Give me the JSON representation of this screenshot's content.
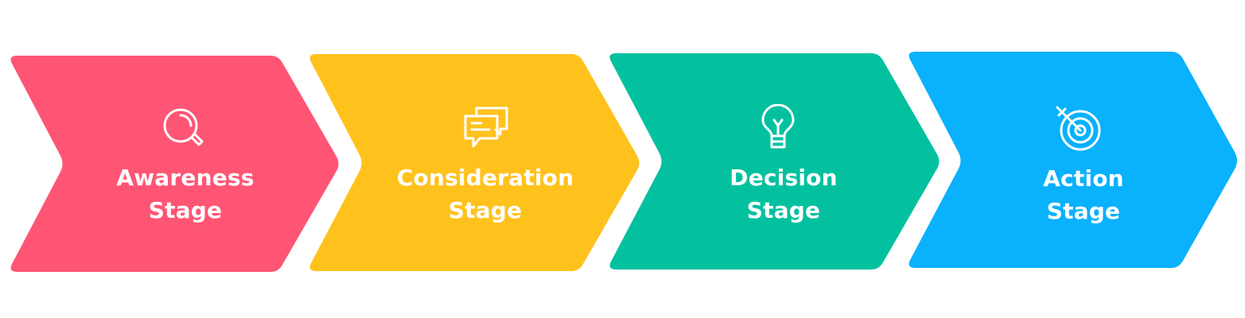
{
  "stages": [
    {
      "line1": "Awareness",
      "line2": "Stage",
      "color": "#FF5574",
      "icon": "magnifying-glass-icon"
    },
    {
      "line1": "Consideration",
      "line2": "Stage",
      "color": "#FFC21D",
      "icon": "chat-bubbles-icon"
    },
    {
      "line1": "Decision",
      "line2": "Stage",
      "color": "#03C19F",
      "icon": "lightbulb-icon"
    },
    {
      "line1": "Action",
      "line2": "Stage",
      "color": "#0AB1FC",
      "icon": "target-icon"
    }
  ]
}
